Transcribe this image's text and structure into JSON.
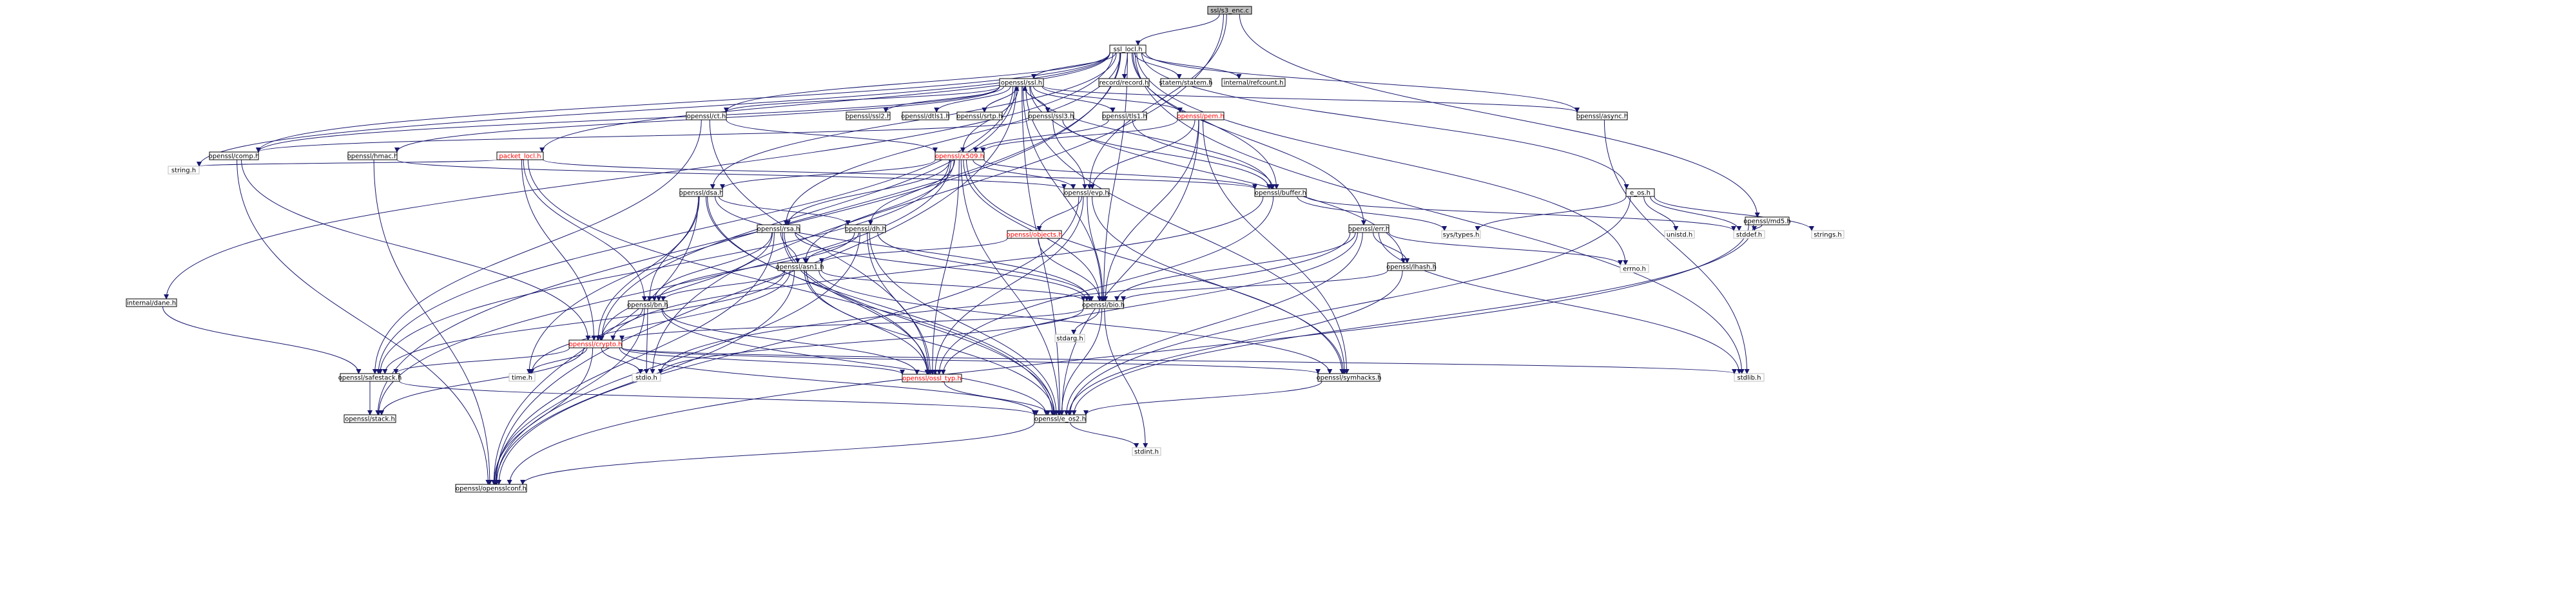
{
  "colors": {
    "root_fill": "#bfbfbf",
    "node_fill": "#ffffff",
    "node_stroke": "#000000",
    "missing_stroke": "#bfbfbf",
    "link_text": "#000000",
    "red_text": "#ff0000",
    "edge": "#191970"
  },
  "nodes": [
    {
      "id": "ssl_s3_enc_c",
      "label": "ssl/s3_enc.c",
      "kind": "root"
    },
    {
      "id": "ssl_locl_h",
      "label": "ssl_locl.h",
      "kind": "normal"
    },
    {
      "id": "openssl_ssl_h",
      "label": "openssl/ssl.h",
      "kind": "normal"
    },
    {
      "id": "record_record_h",
      "label": "record/record.h",
      "kind": "normal"
    },
    {
      "id": "statem_statem_h",
      "label": "statem/statem.h",
      "kind": "normal"
    },
    {
      "id": "internal_refcount_h",
      "label": "internal/refcount.h",
      "kind": "normal"
    },
    {
      "id": "openssl_md5_h",
      "label": "openssl/md5.h",
      "kind": "normal"
    },
    {
      "id": "openssl_ssl2_h",
      "label": "openssl/ssl2.h",
      "kind": "normal"
    },
    {
      "id": "openssl_dtls1_h",
      "label": "openssl/dtls1.h",
      "kind": "normal"
    },
    {
      "id": "openssl_srtp_h",
      "label": "openssl/srtp.h",
      "kind": "normal"
    },
    {
      "id": "openssl_ct_h",
      "label": "openssl/ct.h",
      "kind": "normal"
    },
    {
      "id": "openssl_ssl3_h",
      "label": "openssl/ssl3.h",
      "kind": "normal"
    },
    {
      "id": "openssl_tls1_h",
      "label": "openssl/tls1.h",
      "kind": "normal"
    },
    {
      "id": "openssl_pem_h",
      "label": "openssl/pem.h",
      "kind": "red"
    },
    {
      "id": "openssl_async_h",
      "label": "openssl/async.h",
      "kind": "normal"
    },
    {
      "id": "e_os_h",
      "label": "e_os.h",
      "kind": "normal"
    },
    {
      "id": "openssl_comp_h",
      "label": "openssl/comp.h",
      "kind": "normal"
    },
    {
      "id": "openssl_hmac_h",
      "label": "openssl/hmac.h",
      "kind": "normal"
    },
    {
      "id": "packet_locl_h",
      "label": "packet_locl.h",
      "kind": "red"
    },
    {
      "id": "openssl_x509_h",
      "label": "openssl/x509.h",
      "kind": "red"
    },
    {
      "id": "string_h",
      "label": "string.h",
      "kind": "missing"
    },
    {
      "id": "openssl_evp_h",
      "label": "openssl/evp.h",
      "kind": "normal"
    },
    {
      "id": "openssl_buffer_h",
      "label": "openssl/buffer.h",
      "kind": "normal"
    },
    {
      "id": "openssl_dsa_h",
      "label": "openssl/dsa.h",
      "kind": "normal"
    },
    {
      "id": "openssl_objects_h",
      "label": "openssl/objects.h",
      "kind": "red"
    },
    {
      "id": "sys_types_h",
      "label": "sys/types.h",
      "kind": "missing"
    },
    {
      "id": "unistd_h",
      "label": "unistd.h",
      "kind": "missing"
    },
    {
      "id": "stddef_h",
      "label": "stddef.h",
      "kind": "missing"
    },
    {
      "id": "strings_h",
      "label": "strings.h",
      "kind": "missing"
    },
    {
      "id": "openssl_rsa_h",
      "label": "openssl/rsa.h",
      "kind": "normal"
    },
    {
      "id": "openssl_dh_h",
      "label": "openssl/dh.h",
      "kind": "normal"
    },
    {
      "id": "openssl_err_h",
      "label": "openssl/err.h",
      "kind": "normal"
    },
    {
      "id": "openssl_asn1_h",
      "label": "openssl/asn1.h",
      "kind": "normal"
    },
    {
      "id": "openssl_lhash_h",
      "label": "openssl/lhash.h",
      "kind": "normal"
    },
    {
      "id": "errno_h",
      "label": "errno.h",
      "kind": "missing"
    },
    {
      "id": "internal_dane_h",
      "label": "internal/dane.h",
      "kind": "normal"
    },
    {
      "id": "openssl_bn_h",
      "label": "openssl/bn.h",
      "kind": "normal"
    },
    {
      "id": "openssl_bio_h",
      "label": "openssl/bio.h",
      "kind": "normal"
    },
    {
      "id": "stdarg_h",
      "label": "stdarg.h",
      "kind": "missing"
    },
    {
      "id": "openssl_crypto_h",
      "label": "openssl/crypto.h",
      "kind": "red"
    },
    {
      "id": "openssl_safestack_h",
      "label": "openssl/safestack.h",
      "kind": "normal"
    },
    {
      "id": "time_h",
      "label": "time.h",
      "kind": "missing"
    },
    {
      "id": "stdio_h",
      "label": "stdio.h",
      "kind": "missing"
    },
    {
      "id": "openssl_ossl_typ_h",
      "label": "openssl/ossl_typ.h",
      "kind": "red"
    },
    {
      "id": "openssl_symhacks_h",
      "label": "openssl/symhacks.h",
      "kind": "normal"
    },
    {
      "id": "stdlib_h",
      "label": "stdlib.h",
      "kind": "missing"
    },
    {
      "id": "openssl_stack_h",
      "label": "openssl/stack.h",
      "kind": "normal"
    },
    {
      "id": "openssl_e_os2_h",
      "label": "openssl/e_os2.h",
      "kind": "normal"
    },
    {
      "id": "stdint_h",
      "label": "stdint.h",
      "kind": "missing"
    },
    {
      "id": "openssl_opensslconf_h",
      "label": "openssl/opensslconf.h",
      "kind": "normal"
    }
  ],
  "edges": [
    [
      "ssl_s3_enc_c",
      "ssl_locl_h"
    ],
    [
      "ssl_s3_enc_c",
      "openssl_evp_h"
    ],
    [
      "ssl_s3_enc_c",
      "openssl_md5_h"
    ],
    [
      "ssl_s3_enc_c",
      "stdio_h"
    ],
    [
      "ssl_locl_h",
      "openssl_ssl_h"
    ],
    [
      "ssl_locl_h",
      "record_record_h"
    ],
    [
      "ssl_locl_h",
      "statem_statem_h"
    ],
    [
      "ssl_locl_h",
      "internal_refcount_h"
    ],
    [
      "ssl_locl_h",
      "openssl_ct_h"
    ],
    [
      "ssl_locl_h",
      "openssl_async_h"
    ],
    [
      "ssl_locl_h",
      "e_os_h"
    ],
    [
      "ssl_locl_h",
      "openssl_comp_h"
    ],
    [
      "ssl_locl_h",
      "packet_locl_h"
    ],
    [
      "ssl_locl_h",
      "string_h"
    ],
    [
      "ssl_locl_h",
      "openssl_buffer_h"
    ],
    [
      "ssl_locl_h",
      "openssl_dsa_h"
    ],
    [
      "ssl_locl_h",
      "openssl_rsa_h"
    ],
    [
      "ssl_locl_h",
      "openssl_err_h"
    ],
    [
      "ssl_locl_h",
      "errno_h"
    ],
    [
      "ssl_locl_h",
      "internal_dane_h"
    ],
    [
      "ssl_locl_h",
      "openssl_bio_h"
    ],
    [
      "ssl_locl_h",
      "time_h"
    ],
    [
      "ssl_locl_h",
      "stdlib_h"
    ],
    [
      "ssl_locl_h",
      "openssl_stack_h"
    ],
    [
      "openssl_ssl_h",
      "openssl_ssl2_h"
    ],
    [
      "openssl_ssl_h",
      "openssl_dtls1_h"
    ],
    [
      "openssl_ssl_h",
      "openssl_srtp_h"
    ],
    [
      "openssl_ssl_h",
      "openssl_ct_h"
    ],
    [
      "openssl_ssl_h",
      "openssl_ssl3_h"
    ],
    [
      "openssl_ssl_h",
      "openssl_tls1_h"
    ],
    [
      "openssl_ssl_h",
      "openssl_pem_h"
    ],
    [
      "openssl_ssl_h",
      "openssl_async_h"
    ],
    [
      "openssl_ssl_h",
      "openssl_comp_h"
    ],
    [
      "openssl_ssl_h",
      "openssl_hmac_h"
    ],
    [
      "openssl_ssl_h",
      "openssl_x509_h"
    ],
    [
      "openssl_ssl_h",
      "openssl_buffer_h"
    ],
    [
      "openssl_ssl_h",
      "openssl_lhash_h"
    ],
    [
      "openssl_ssl_h",
      "openssl_bio_h"
    ],
    [
      "openssl_ssl_h",
      "openssl_crypto_h"
    ],
    [
      "openssl_ssl_h",
      "openssl_safestack_h"
    ],
    [
      "openssl_ssl_h",
      "openssl_symhacks_h"
    ],
    [
      "openssl_ssl_h",
      "openssl_e_os2_h"
    ],
    [
      "openssl_ssl_h",
      "openssl_opensslconf_h"
    ],
    [
      "openssl_srtp_h",
      "openssl_ssl_h"
    ],
    [
      "openssl_ssl3_h",
      "openssl_ssl_h"
    ],
    [
      "openssl_ct_h",
      "openssl_x509_h"
    ],
    [
      "openssl_ct_h",
      "openssl_safestack_h"
    ],
    [
      "openssl_ct_h",
      "openssl_ossl_typ_h"
    ],
    [
      "openssl_ssl3_h",
      "openssl_comp_h"
    ],
    [
      "openssl_ssl3_h",
      "openssl_buffer_h"
    ],
    [
      "openssl_ssl3_h",
      "openssl_evp_h"
    ],
    [
      "openssl_tls1_h",
      "openssl_buffer_h"
    ],
    [
      "openssl_tls1_h",
      "openssl_x509_h"
    ],
    [
      "openssl_pem_h",
      "openssl_x509_h"
    ],
    [
      "openssl_pem_h",
      "openssl_evp_h"
    ],
    [
      "openssl_pem_h",
      "openssl_bio_h"
    ],
    [
      "openssl_pem_h",
      "openssl_e_os2_h"
    ],
    [
      "openssl_pem_h",
      "openssl_symhacks_h"
    ],
    [
      "openssl_async_h",
      "stdlib_h"
    ],
    [
      "openssl_comp_h",
      "openssl_crypto_h"
    ],
    [
      "openssl_comp_h",
      "openssl_opensslconf_h"
    ],
    [
      "openssl_hmac_h",
      "openssl_evp_h"
    ],
    [
      "openssl_hmac_h",
      "openssl_opensslconf_h"
    ],
    [
      "packet_locl_h",
      "string_h"
    ],
    [
      "packet_locl_h",
      "openssl_bn_h"
    ],
    [
      "packet_locl_h",
      "openssl_buffer_h"
    ],
    [
      "packet_locl_h",
      "openssl_crypto_h"
    ],
    [
      "packet_locl_h",
      "openssl_e_os2_h"
    ],
    [
      "openssl_x509_h",
      "openssl_evp_h"
    ],
    [
      "openssl_x509_h",
      "openssl_buffer_h"
    ],
    [
      "openssl_x509_h",
      "openssl_dsa_h"
    ],
    [
      "openssl_x509_h",
      "openssl_rsa_h"
    ],
    [
      "openssl_x509_h",
      "openssl_dh_h"
    ],
    [
      "openssl_x509_h",
      "openssl_asn1_h"
    ],
    [
      "openssl_x509_h",
      "openssl_bio_h"
    ],
    [
      "openssl_x509_h",
      "openssl_safestack_h"
    ],
    [
      "openssl_x509_h",
      "openssl_symhacks_h"
    ],
    [
      "openssl_x509_h",
      "openssl_ossl_typ_h"
    ],
    [
      "openssl_x509_h",
      "openssl_e_os2_h"
    ],
    [
      "openssl_x509_h",
      "openssl_stack_h"
    ],
    [
      "openssl_evp_h",
      "openssl_objects_h"
    ],
    [
      "openssl_evp_h",
      "openssl_bio_h"
    ],
    [
      "openssl_evp_h",
      "openssl_ossl_typ_h"
    ],
    [
      "openssl_evp_h",
      "openssl_symhacks_h"
    ],
    [
      "openssl_evp_h",
      "openssl_opensslconf_h"
    ],
    [
      "openssl_objects_h",
      "openssl_asn1_h"
    ],
    [
      "openssl_objects_h",
      "openssl_bio_h"
    ],
    [
      "openssl_buffer_h",
      "sys_types_h"
    ],
    [
      "openssl_buffer_h",
      "stddef_h"
    ],
    [
      "openssl_buffer_h",
      "openssl_ossl_typ_h"
    ],
    [
      "openssl_buffer_h",
      "openssl_crypto_h"
    ],
    [
      "e_os_h",
      "sys_types_h"
    ],
    [
      "e_os_h",
      "unistd_h"
    ],
    [
      "e_os_h",
      "stddef_h"
    ],
    [
      "e_os_h",
      "strings_h"
    ],
    [
      "e_os_h",
      "openssl_e_os2_h"
    ],
    [
      "openssl_md5_h",
      "stddef_h"
    ],
    [
      "openssl_md5_h",
      "openssl_e_os2_h"
    ],
    [
      "openssl_md5_h",
      "openssl_opensslconf_h"
    ],
    [
      "openssl_dsa_h",
      "openssl_dh_h"
    ],
    [
      "openssl_dsa_h",
      "openssl_bn_h"
    ],
    [
      "openssl_dsa_h",
      "openssl_bio_h"
    ],
    [
      "openssl_dsa_h",
      "openssl_crypto_h"
    ],
    [
      "openssl_dsa_h",
      "openssl_ossl_typ_h"
    ],
    [
      "openssl_dsa_h",
      "openssl_e_os2_h"
    ],
    [
      "openssl_dsa_h",
      "openssl_opensslconf_h"
    ],
    [
      "openssl_rsa_h",
      "openssl_asn1_h"
    ],
    [
      "openssl_rsa_h",
      "openssl_bn_h"
    ],
    [
      "openssl_rsa_h",
      "openssl_bio_h"
    ],
    [
      "openssl_rsa_h",
      "openssl_crypto_h"
    ],
    [
      "openssl_rsa_h",
      "openssl_ossl_typ_h"
    ],
    [
      "openssl_rsa_h",
      "openssl_e_os2_h"
    ],
    [
      "openssl_rsa_h",
      "openssl_opensslconf_h"
    ],
    [
      "openssl_dh_h",
      "openssl_asn1_h"
    ],
    [
      "openssl_dh_h",
      "openssl_bn_h"
    ],
    [
      "openssl_dh_h",
      "openssl_bio_h"
    ],
    [
      "openssl_dh_h",
      "openssl_ossl_typ_h"
    ],
    [
      "openssl_dh_h",
      "openssl_e_os2_h"
    ],
    [
      "openssl_dh_h",
      "openssl_opensslconf_h"
    ],
    [
      "openssl_err_h",
      "openssl_lhash_h"
    ],
    [
      "openssl_err_h",
      "errno_h"
    ],
    [
      "openssl_err_h",
      "openssl_bio_h"
    ],
    [
      "openssl_err_h",
      "stdio_h"
    ],
    [
      "openssl_err_h",
      "openssl_ossl_typ_h"
    ],
    [
      "openssl_err_h",
      "stdlib_h"
    ],
    [
      "openssl_err_h",
      "openssl_e_os2_h"
    ],
    [
      "openssl_asn1_h",
      "openssl_bn_h"
    ],
    [
      "openssl_asn1_h",
      "openssl_bio_h"
    ],
    [
      "openssl_asn1_h",
      "openssl_safestack_h"
    ],
    [
      "openssl_asn1_h",
      "openssl_symhacks_h"
    ],
    [
      "openssl_asn1_h",
      "openssl_ossl_typ_h"
    ],
    [
      "openssl_asn1_h",
      "time_h"
    ],
    [
      "openssl_asn1_h",
      "openssl_e_os2_h"
    ],
    [
      "openssl_asn1_h",
      "openssl_opensslconf_h"
    ],
    [
      "openssl_lhash_h",
      "openssl_bio_h"
    ],
    [
      "openssl_lhash_h",
      "openssl_e_os2_h"
    ],
    [
      "internal_dane_h",
      "openssl_safestack_h"
    ],
    [
      "openssl_bn_h",
      "openssl_crypto_h"
    ],
    [
      "openssl_bn_h",
      "stdio_h"
    ],
    [
      "openssl_bn_h",
      "openssl_ossl_typ_h"
    ],
    [
      "openssl_bn_h",
      "openssl_e_os2_h"
    ],
    [
      "openssl_bn_h",
      "openssl_opensslconf_h"
    ],
    [
      "openssl_bio_h",
      "stdarg_h"
    ],
    [
      "openssl_bio_h",
      "openssl_crypto_h"
    ],
    [
      "openssl_bio_h",
      "stdio_h"
    ],
    [
      "openssl_bio_h",
      "stdint_h"
    ],
    [
      "openssl_bio_h",
      "openssl_e_os2_h"
    ],
    [
      "openssl_crypto_h",
      "openssl_safestack_h"
    ],
    [
      "openssl_crypto_h",
      "time_h"
    ],
    [
      "openssl_crypto_h",
      "stdio_h"
    ],
    [
      "openssl_crypto_h",
      "openssl_ossl_typ_h"
    ],
    [
      "openssl_crypto_h",
      "openssl_symhacks_h"
    ],
    [
      "openssl_crypto_h",
      "stdlib_h"
    ],
    [
      "openssl_crypto_h",
      "openssl_stack_h"
    ],
    [
      "openssl_crypto_h",
      "openssl_e_os2_h"
    ],
    [
      "openssl_crypto_h",
      "openssl_opensslconf_h"
    ],
    [
      "openssl_safestack_h",
      "openssl_stack_h"
    ],
    [
      "openssl_safestack_h",
      "openssl_e_os2_h"
    ],
    [
      "openssl_ossl_typ_h",
      "openssl_e_os2_h"
    ],
    [
      "openssl_symhacks_h",
      "openssl_e_os2_h"
    ],
    [
      "openssl_e_os2_h",
      "stdint_h"
    ],
    [
      "openssl_e_os2_h",
      "openssl_opensslconf_h"
    ]
  ]
}
